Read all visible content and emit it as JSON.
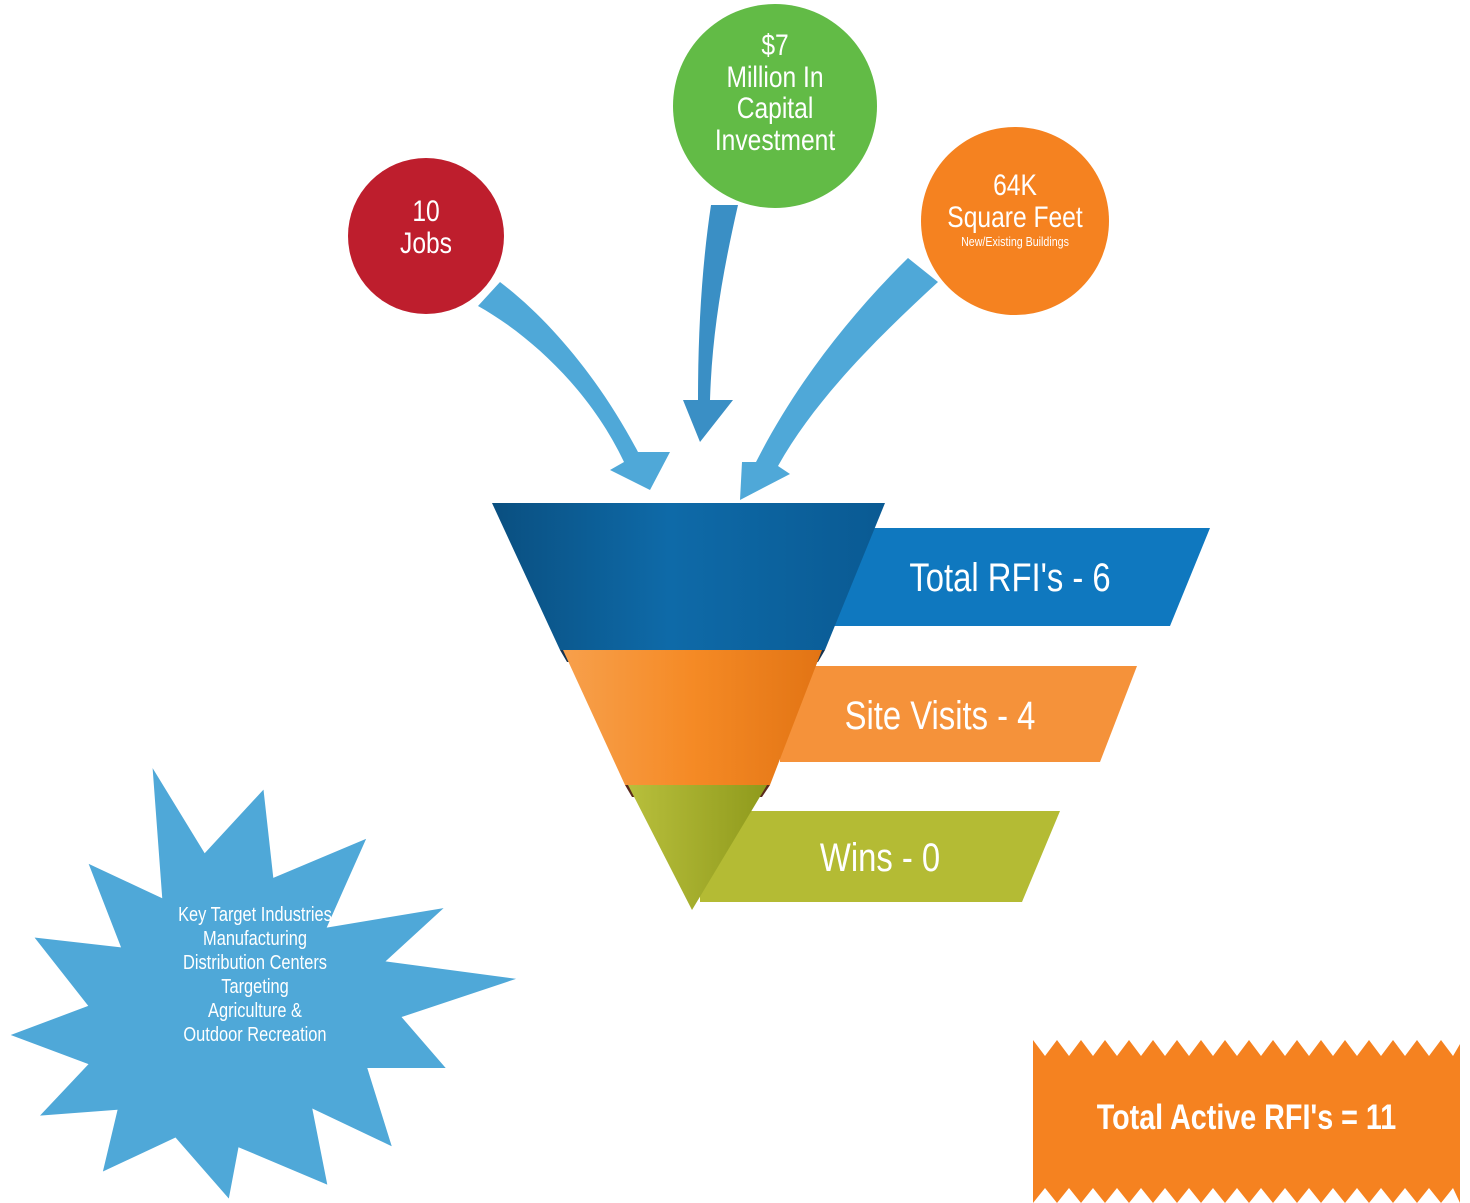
{
  "bubbles": {
    "jobs": {
      "value": "10",
      "label": "Jobs",
      "color": "#be1e2d"
    },
    "capital": {
      "value": "$7",
      "line1": "Million In",
      "line2": "Capital",
      "line3": "Investment",
      "color": "#62bb46"
    },
    "square_feet": {
      "value": "64K",
      "label": "Square Feet",
      "sublabel": "New/Existing Buildings",
      "color": "#f58220"
    }
  },
  "funnel": {
    "stages": [
      {
        "label": "Total RFI's - 6",
        "count": 6,
        "color": "#0f78bf"
      },
      {
        "label": "Site Visits - 4",
        "count": 4,
        "color": "#f5923a"
      },
      {
        "label": "Wins - 0",
        "count": 0,
        "color": "#b4bb34"
      }
    ]
  },
  "starburst": {
    "lines": [
      "Key Target Industries",
      "Manufacturing",
      "Distribution Centers",
      "Targeting",
      "Agriculture &",
      "Outdoor Recreation"
    ],
    "color": "#4fa8d8"
  },
  "total_box": {
    "label": "Total Active RFI's  = 11",
    "color": "#f58220"
  },
  "arrow_color": "#4fa8d8"
}
